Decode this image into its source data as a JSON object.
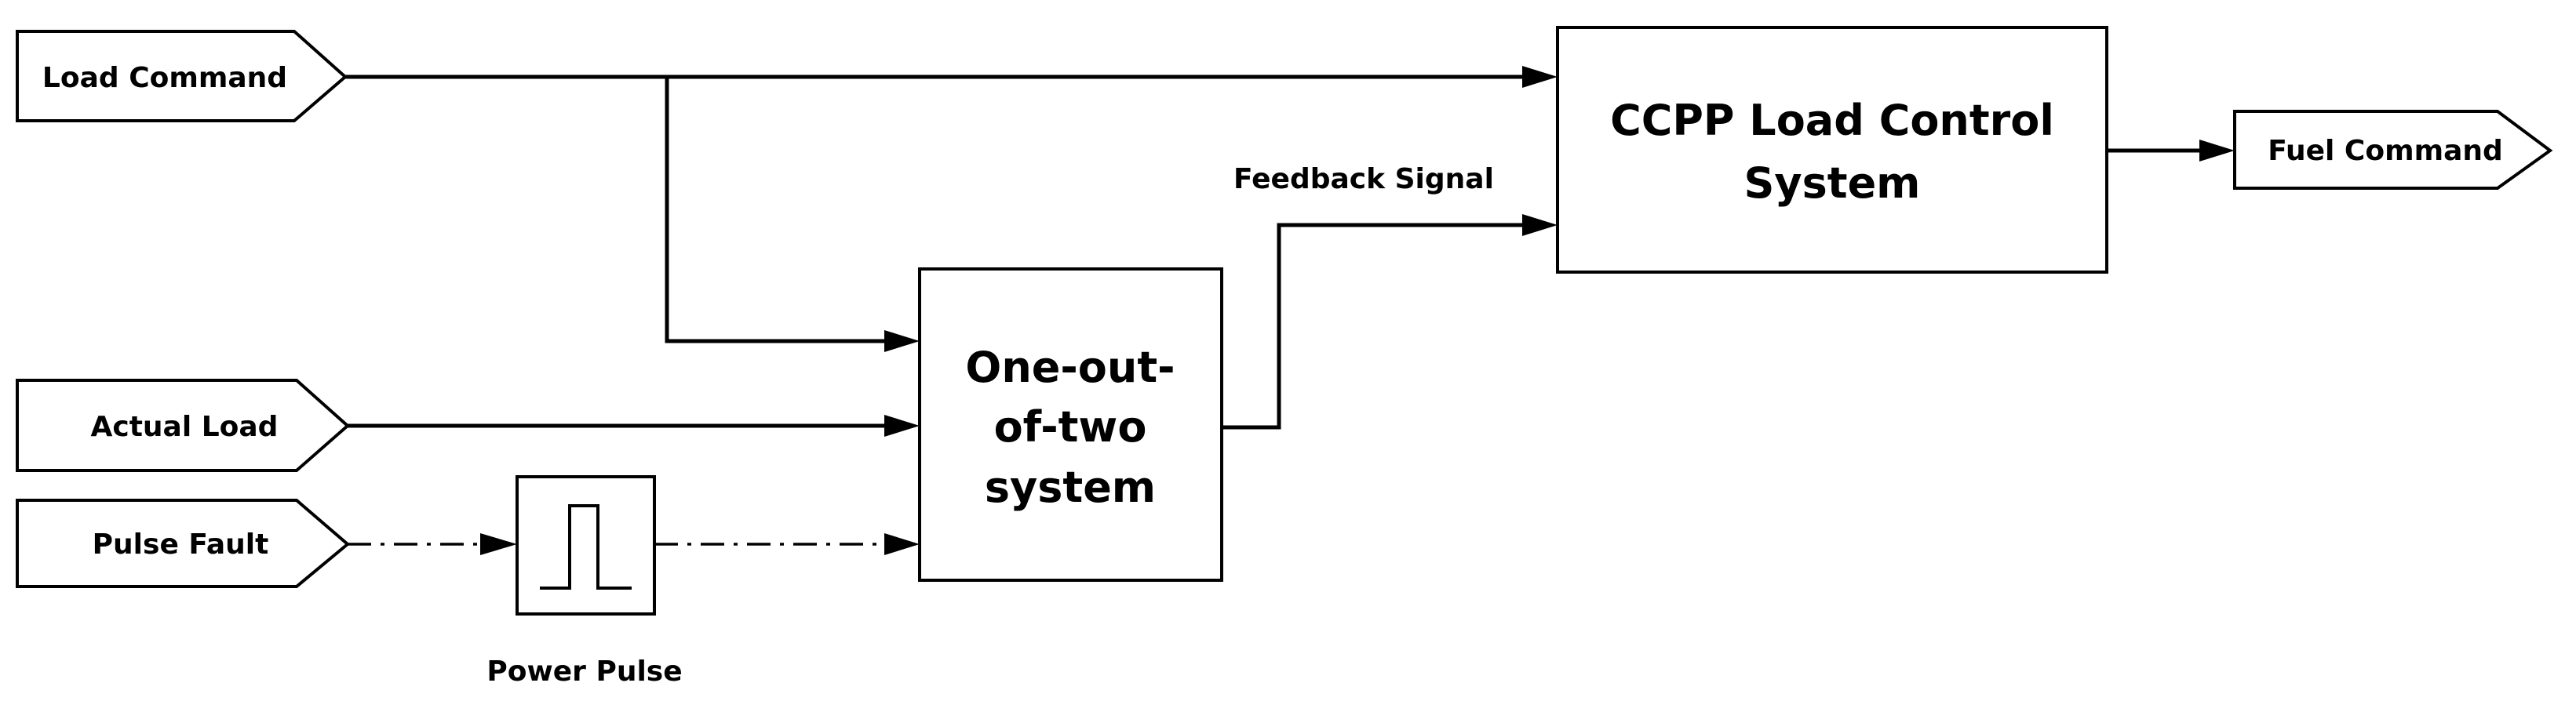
{
  "inputs": {
    "load_command": "Load Command",
    "actual_load": "Actual Load",
    "pulse_fault": "Pulse Fault"
  },
  "output": {
    "fuel_command": "Fuel Command"
  },
  "blocks": {
    "ccpp_line1": "CCPP Load Control",
    "ccpp_line2": "System",
    "one_of_two_line1": "One-out-",
    "one_of_two_line2": "of-two",
    "one_of_two_line3": "system",
    "power_pulse": "Power Pulse"
  },
  "signals": {
    "feedback": "Feedback Signal"
  }
}
